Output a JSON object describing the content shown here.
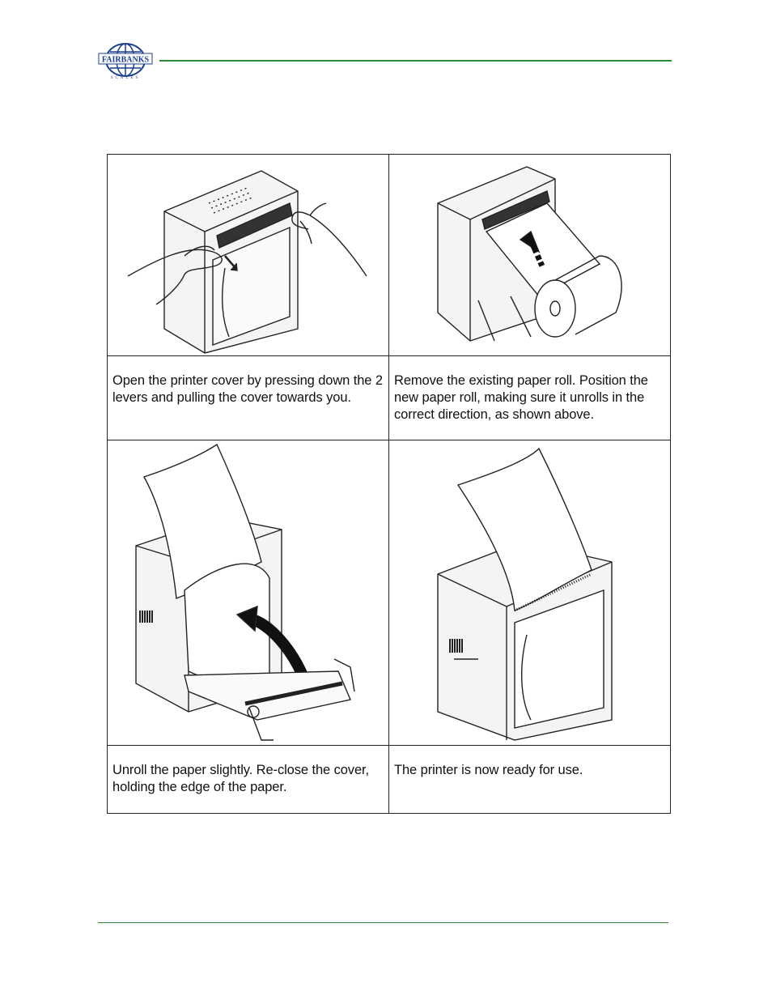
{
  "header": {
    "logo": {
      "icon": "fairbanks-globe-logo",
      "brand": "FAIRBANKS",
      "sub": "SCALES"
    },
    "rule_color": "#2e8b3a"
  },
  "steps": [
    {
      "illustration": "open-printer-cover",
      "caption": "Open the printer cover by pressing down the 2 levers and pulling the cover towards you."
    },
    {
      "illustration": "position-paper-roll",
      "caption": "Remove the existing paper roll. Position the new paper roll, making sure it unrolls in the correct direction, as shown above."
    },
    {
      "illustration": "unroll-paper-reclose",
      "caption": "Unroll the paper slightly. Re-close the cover, holding the edge of the paper."
    },
    {
      "illustration": "printer-ready",
      "caption": "The printer is now ready for use."
    }
  ],
  "footer": {
    "rule_color": "#2e8b3a"
  }
}
